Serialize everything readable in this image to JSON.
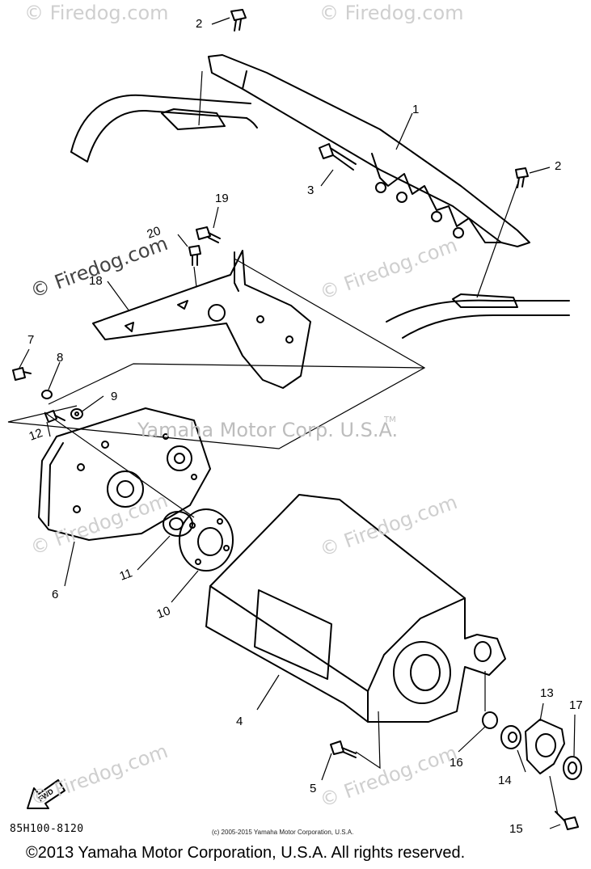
{
  "watermark": {
    "text": "© Firedog.com",
    "corp_text": "Yamaha Motor Corp. U.S.A.",
    "tm": "TM"
  },
  "labels": [
    "1",
    "2",
    "2",
    "3",
    "4",
    "5",
    "6",
    "7",
    "8",
    "9",
    "10",
    "11",
    "12",
    "13",
    "14",
    "15",
    "16",
    "17",
    "18",
    "19",
    "20"
  ],
  "footer": {
    "part_code": "85H100-8120",
    "small_copyright": "(c) 2005-2015 Yamaha Motor Corporation, U.S.A.",
    "copyright": "©2013 Yamaha Motor Corporation, U.S.A. All rights reserved.",
    "fwd": "FWD"
  }
}
